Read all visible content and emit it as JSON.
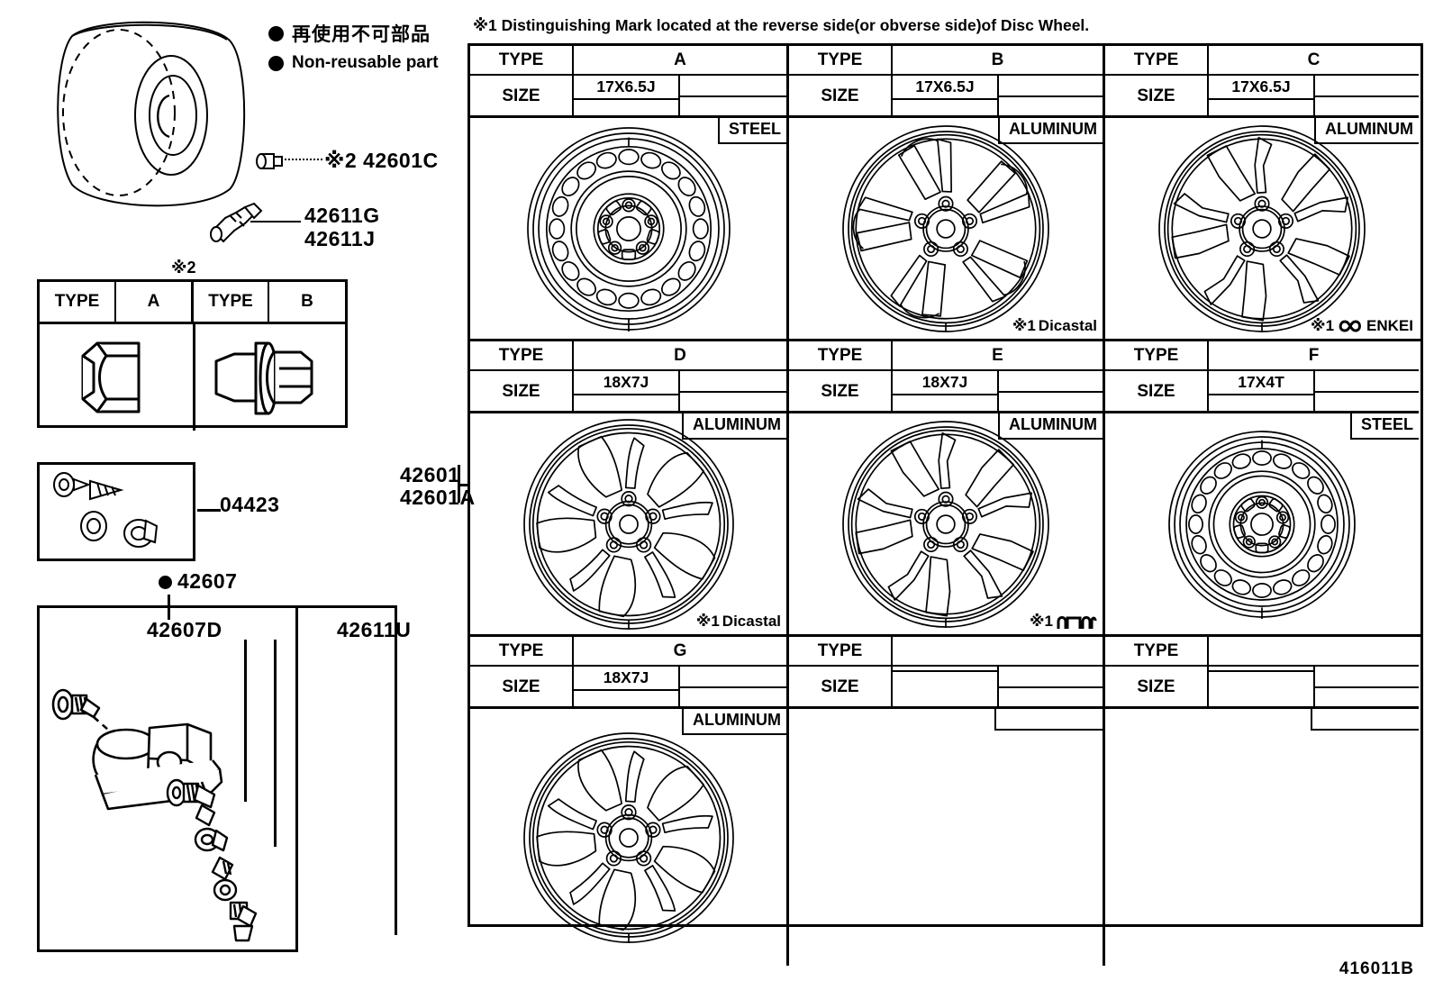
{
  "legend": {
    "japanese": "再使用不可部品",
    "english": "Non-reusable part"
  },
  "note": "※1 Distinguishing Mark located at the reverse side(or obverse side)of Disc Wheel.",
  "drawing_code": "416011B",
  "labels": {
    "type_caption": "TYPE",
    "size_caption": "SIZE",
    "star2": "※2",
    "star1": "※1"
  },
  "main_part_numbers": [
    "42601",
    "42601A"
  ],
  "callouts": {
    "valve_cap": "※2 42601C",
    "valve_1": "42611G",
    "valve_2": "42611J",
    "kit_04423": "04423",
    "sensor_42607": "42607",
    "sensor_42607d": "42607D",
    "valve_42611u": "42611U"
  },
  "nut_table": {
    "title": "※2",
    "entries": [
      {
        "type_label": "TYPE",
        "type": "A",
        "shape": "conical-nut"
      },
      {
        "type_label": "TYPE",
        "type": "B",
        "shape": "flanged-nut"
      }
    ]
  },
  "wheel_table": {
    "rows": [
      [
        {
          "type": "A",
          "size": "17X6.5J",
          "material": "STEEL",
          "mark": "",
          "mark_logo": "",
          "style": "steel",
          "empty": false
        },
        {
          "type": "B",
          "size": "17X6.5J",
          "material": "ALUMINUM",
          "mark": "Dicastal",
          "mark_logo": "",
          "style": "alloy-b",
          "empty": false
        },
        {
          "type": "C",
          "size": "17X6.5J",
          "material": "ALUMINUM",
          "mark": "ENKEI",
          "mark_logo": "enkei",
          "style": "alloy-c",
          "empty": false
        }
      ],
      [
        {
          "type": "D",
          "size": "18X7J",
          "material": "ALUMINUM",
          "mark": "Dicastal",
          "mark_logo": "",
          "style": "alloy-d",
          "empty": false
        },
        {
          "type": "E",
          "size": "18X7J",
          "material": "ALUMINUM",
          "mark": "",
          "mark_logo": "topy",
          "style": "alloy-e",
          "empty": false
        },
        {
          "type": "F",
          "size": "17X4T",
          "material": "STEEL",
          "mark": "",
          "mark_logo": "",
          "style": "steel-spare",
          "empty": false
        }
      ],
      [
        {
          "type": "G",
          "size": "18X7J",
          "material": "ALUMINUM",
          "mark": "",
          "mark_logo": "",
          "style": "alloy-g",
          "empty": false
        },
        {
          "type": "",
          "size": "",
          "material": "",
          "mark": "",
          "mark_logo": "",
          "style": "none",
          "empty": true
        },
        {
          "type": "",
          "size": "",
          "material": "",
          "mark": "",
          "mark_logo": "",
          "style": "none",
          "empty": true
        }
      ]
    ]
  }
}
